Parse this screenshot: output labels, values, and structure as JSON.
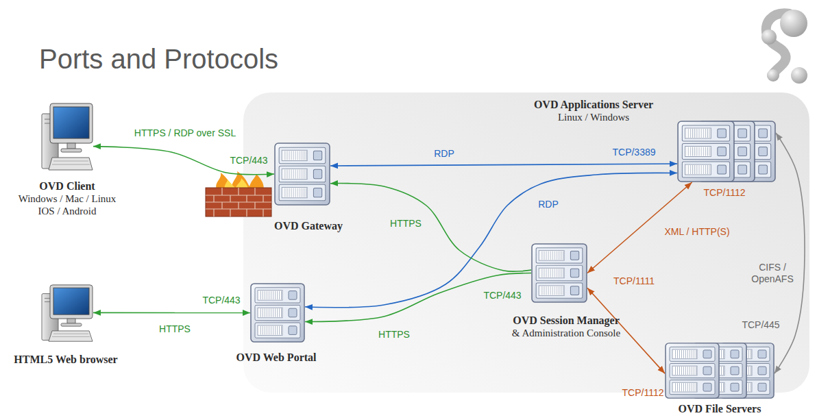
{
  "diagram": {
    "title": "Ports and Protocols",
    "nodes": [
      {
        "text": [
          "OVD Client",
          "Windows / Mac / Linux IOS / Android"
        ]
      },
      {
        "text": [
          "OVD Gateway"
        ]
      },
      {
        "text": [
          "OVD Applications Server",
          "Linux / Windows"
        ]
      },
      {
        "text": [
          "HTML5 Web browser"
        ]
      },
      {
        "text": [
          "OVD Web Portal"
        ]
      },
      {
        "text": [
          "OVD Session Manager",
          "& Administration Console"
        ]
      },
      {
        "text": [
          "OVD File Servers"
        ]
      }
    ],
    "edges": [
      {
        "from": 0,
        "to": 1,
        "arrow": "both",
        "label": "HTTPS / RDP over SSL"
      },
      {
        "from": 1,
        "to": 2,
        "arrow": "both",
        "label": "RDP"
      },
      {
        "from": 4,
        "to": 2,
        "arrow": "both",
        "label": "RDP"
      },
      {
        "from": 5,
        "to": 1,
        "arrow": "to",
        "label": "HTTPS"
      },
      {
        "from": 5,
        "to": 4,
        "arrow": "to",
        "label": "HTTPS"
      },
      {
        "from": 3,
        "to": 4,
        "arrow": "both",
        "label": "HTTPS"
      },
      {
        "from": 5,
        "to": 2,
        "arrow": "both",
        "label": "XML / HTTP(S)"
      },
      {
        "from": 5,
        "to": 6,
        "arrow": "both"
      },
      {
        "from": 2,
        "to": 6,
        "arrow": "both",
        "label": "CIFS / OpenAFS"
      }
    ],
    "labels": [
      "TCP/443",
      "TCP/3389",
      "TCP/1112",
      "TCP/443",
      "TCP/443",
      "TCP/1111",
      "TCP/445",
      "TCP/1112"
    ]
  }
}
